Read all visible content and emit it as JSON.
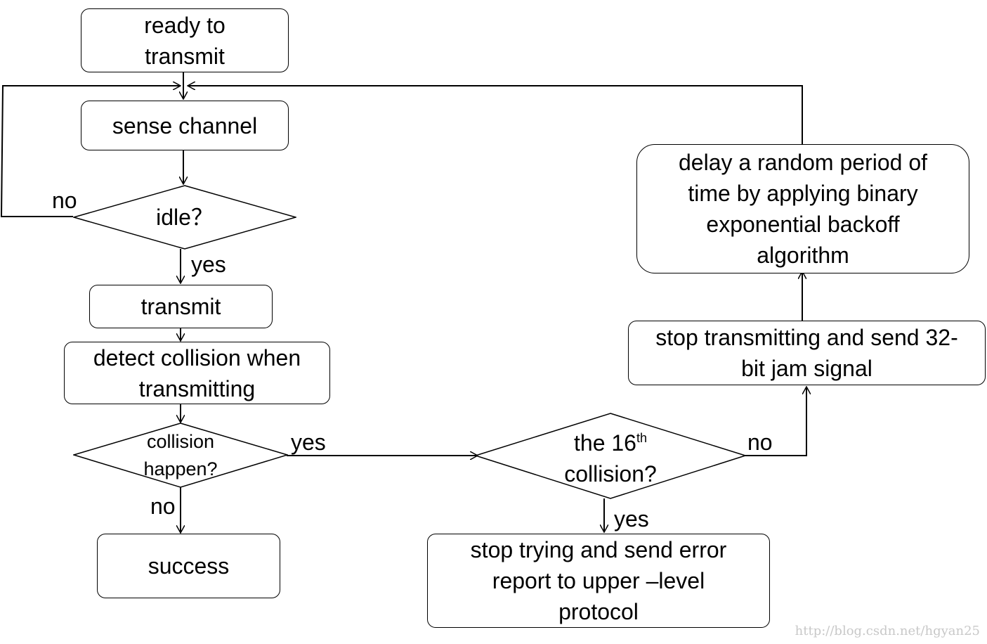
{
  "nodes": {
    "ready": "ready to\ntransmit",
    "sense": "sense channel",
    "idle": "idle？",
    "transmit": "transmit",
    "detect": "detect collision when\ntransmitting",
    "collision": "collision\nhappen?",
    "success": "success",
    "sixteenth_prefix": "the 16",
    "sixteenth_sup": "th",
    "sixteenth_suffix": "collision?",
    "stop_trying": "stop trying and send error\nreport to upper –level\nprotocol",
    "stop_transmitting": "stop transmitting and send 32-\nbit jam signal",
    "delay": "delay a random period of\ntime by applying binary\nexponential backoff\nalgorithm"
  },
  "edge_labels": {
    "idle_no": "no",
    "idle_yes": "yes",
    "collision_yes": "yes",
    "collision_no": "no",
    "sixteenth_no": "no",
    "sixteenth_yes": "yes"
  },
  "watermark": "http://blog.csdn.net/hgyan25"
}
